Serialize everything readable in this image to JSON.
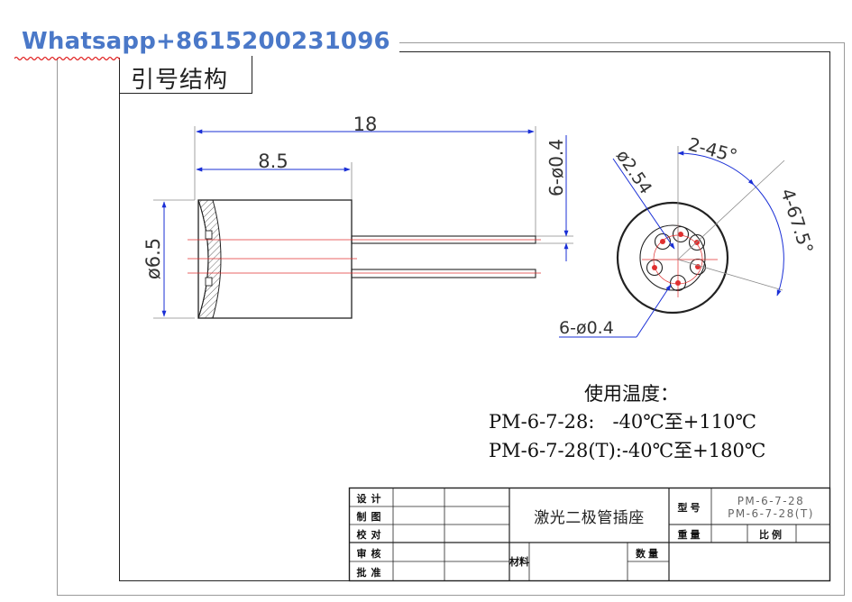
{
  "watermark": {
    "text": "Whatsapp+8615200231096",
    "color": "#4a78c8"
  },
  "section": {
    "label": "引号结构"
  },
  "dimensions": {
    "overall_length": "18",
    "body_length": "8.5",
    "body_diameter": "ø6.5",
    "pin_dia_top": "6-ø0.4",
    "pin_circle": "ø2.54",
    "angle_a": "2-45°",
    "angle_b": "4-67.5°",
    "pin_dia_bottom": "6-ø0.4"
  },
  "notes": {
    "title": "使用温度：",
    "line1": "PM-6-7-28:   -40℃至+110℃",
    "line2": "PM-6-7-28(T):-40℃至+180℃"
  },
  "title_block": {
    "design": "设计",
    "drawing": "制图",
    "check": "校对",
    "review": "审核",
    "approve": "批准",
    "part_name": "激光二极管插座",
    "model_label": "型号",
    "model_1": "PM-6-7-28",
    "model_2": "PM-6-7-28(T)",
    "weight_label": "重量",
    "scale_label": "比例",
    "material_label": "材料",
    "quantity_label": "数量"
  }
}
